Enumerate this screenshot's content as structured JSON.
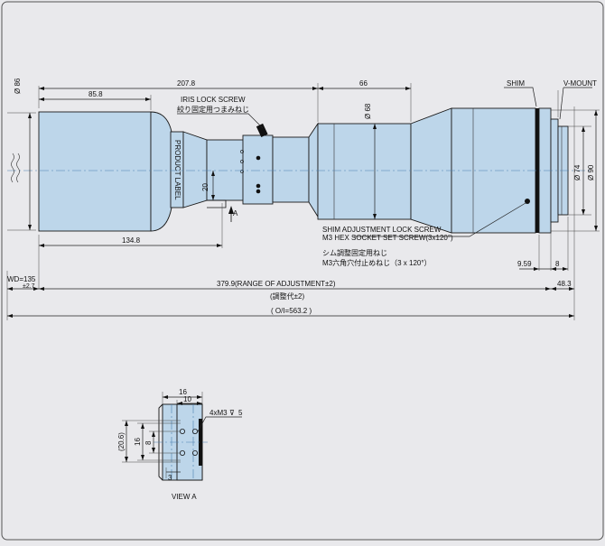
{
  "labels": {
    "iris_lock_screw_en": "IRIS  LOCK SCREW",
    "iris_lock_screw_jp": "絞り固定用つまみねじ",
    "product_label": "PRODUCT LABEL",
    "shim": "SHIM",
    "v_mount": "V-MOUNT",
    "shim_adj_line1": "SHIM ADJUSTMENT LOCK SCREW",
    "shim_adj_line2": "M3 HEX SOCKET SET SCREW(3x120°)",
    "shim_adj_jp1": "シム調整固定用ねじ",
    "shim_adj_jp2": "M3六角穴付止めねじ（3 x 120°）",
    "view_a": "VIEW A",
    "arrow_a": "A"
  },
  "dimensions": {
    "dia86": "Ø 86",
    "dia68": "Ø 68",
    "dia74": "Ø 74",
    "dia90": "Ø 90",
    "len207": "207.8",
    "len85": "85.8",
    "len66": "66",
    "len134": "134.8",
    "h20": "20",
    "len9_59": "9.59",
    "len8": "8",
    "wd": "WD=135",
    "wd_tol": "±2.7",
    "range": "379.9(RANGE OF ADJUSTMENT±2)",
    "range_jp": "(調整代±2)",
    "len48": "48.3",
    "oi": "( O/I=563.2 )",
    "va16": "16",
    "va10": "10",
    "va_screw": "4xM3",
    "va_depth": "5",
    "va20_6": "(20.6)",
    "va16v": "16",
    "va8": "8",
    "va3": "3"
  }
}
